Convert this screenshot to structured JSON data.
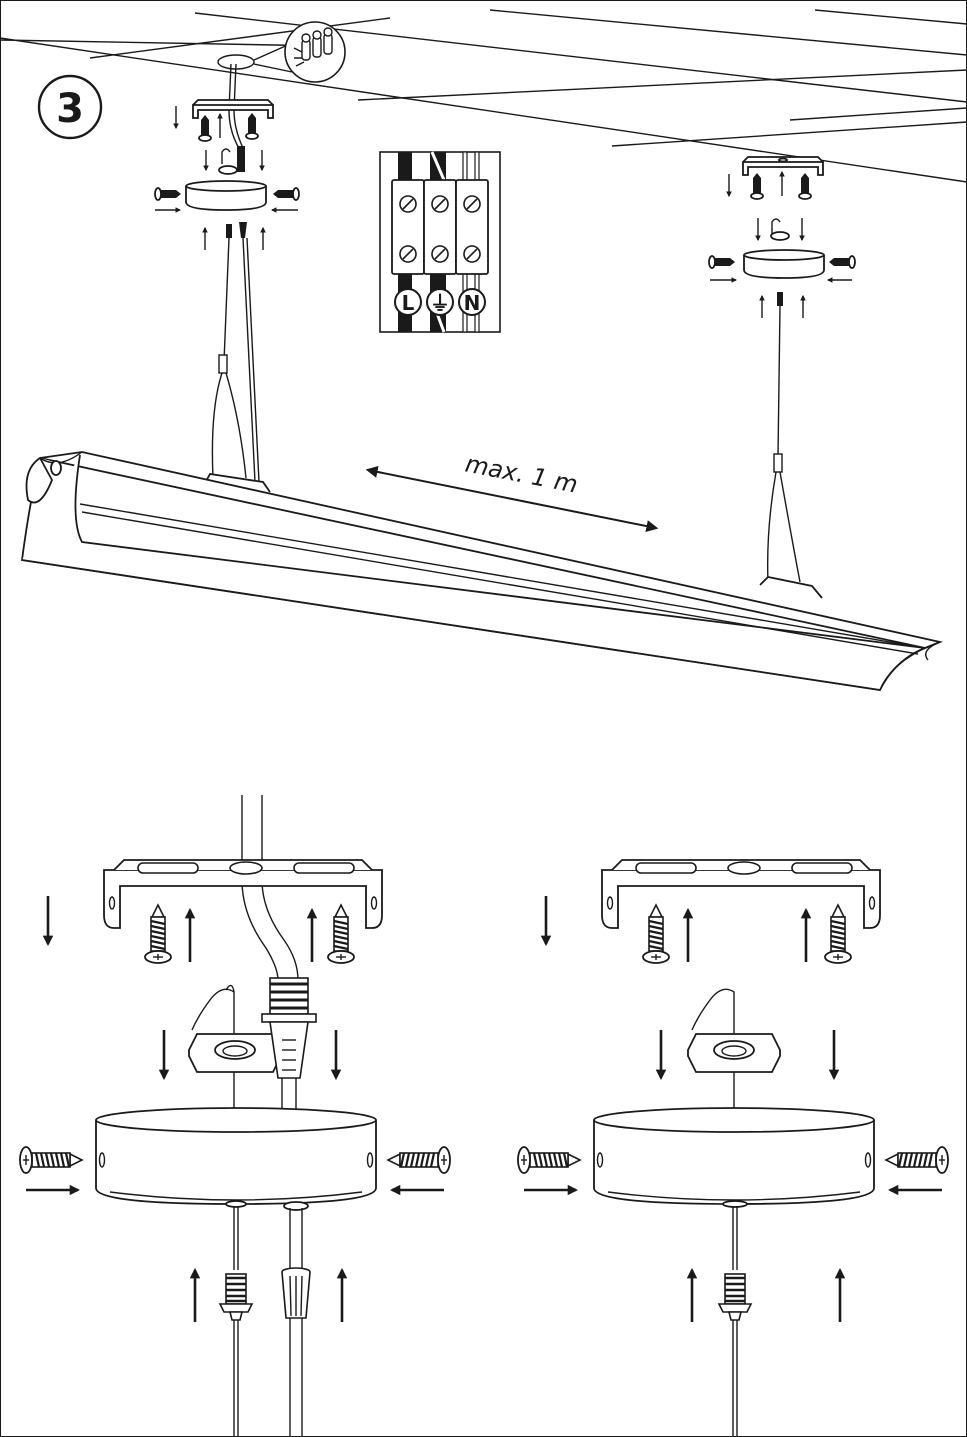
{
  "step": {
    "number": "3"
  },
  "distance": {
    "label": "max. 1 m"
  },
  "terminal_block": {
    "labels": [
      "L",
      "⏚",
      "N"
    ]
  },
  "icons": [
    "ceiling-grid",
    "ceiling-connector-icon",
    "mounting-bracket-icon",
    "screw-icon",
    "ceiling-canopy-icon",
    "hook-icon",
    "hex-nut-icon",
    "cable-gland-icon",
    "cable-grip-icon",
    "arrow-up-icon",
    "arrow-down-icon",
    "arrow-left-icon",
    "arrow-right-icon",
    "linear-pendant-luminaire-icon"
  ],
  "colors": {
    "ink": "#1a1a1a",
    "paper": "#ffffff"
  }
}
